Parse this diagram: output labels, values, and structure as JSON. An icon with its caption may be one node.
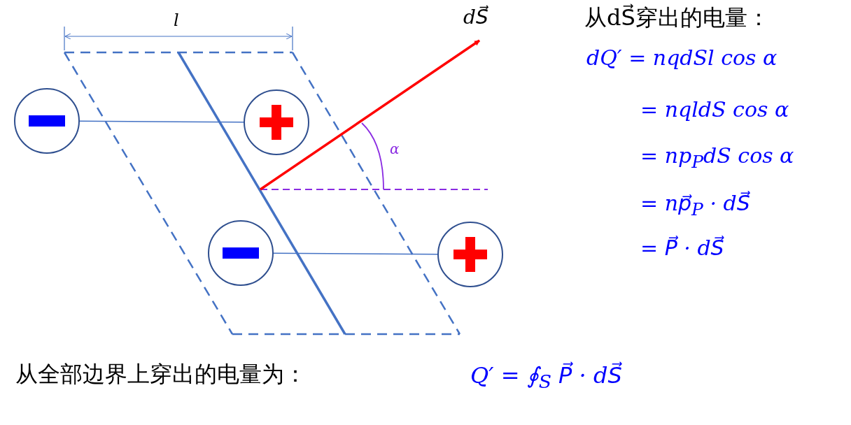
{
  "diagram": {
    "nodes": [
      {
        "text": [],
        "shape": "circle"
      },
      {
        "text": [],
        "shape": "circle"
      },
      {
        "text": [],
        "shape": "circle"
      },
      {
        "text": [],
        "shape": "circle"
      }
    ],
    "edges": [
      {
        "from": 0,
        "to": 1,
        "arrow": "none"
      },
      {
        "from": 2,
        "to": 3,
        "arrow": "none"
      }
    ],
    "labels": [
      "l",
      "dS⃗",
      "α",
      "从dS⃗穿出的电量：",
      "dQ′ = nqdSl cos α",
      "= nqldS cos α",
      "= np$_{P}$dS cos α",
      "= np⃗$_{P}$ · dS⃗",
      "= P⃗ · dS⃗",
      "从全部边界上穿出的电量为：",
      "Q′ = ∮$_{S}$ P⃗ · dS⃗"
    ]
  }
}
